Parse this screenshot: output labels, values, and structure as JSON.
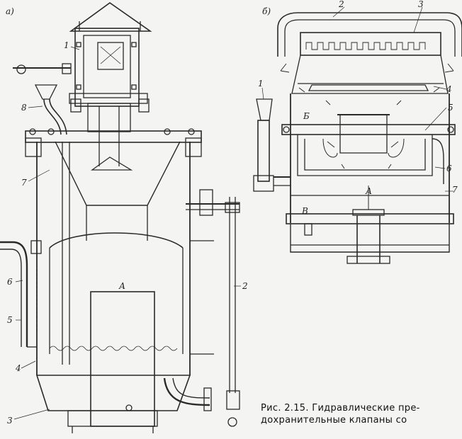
{
  "figure_a": {
    "panel": "а)",
    "callouts": [
      "1",
      "8",
      "7",
      "6",
      "5",
      "4",
      "3",
      "2",
      "А"
    ]
  },
  "figure_b": {
    "panel": "б)",
    "callouts": [
      "1",
      "2",
      "3",
      "4",
      "5",
      "6",
      "7",
      "А",
      "Б",
      "В"
    ]
  },
  "caption": {
    "line1": "Рис. 2.15. Гидравлические пре-",
    "line2": "дохранительные  клапаны   со"
  }
}
